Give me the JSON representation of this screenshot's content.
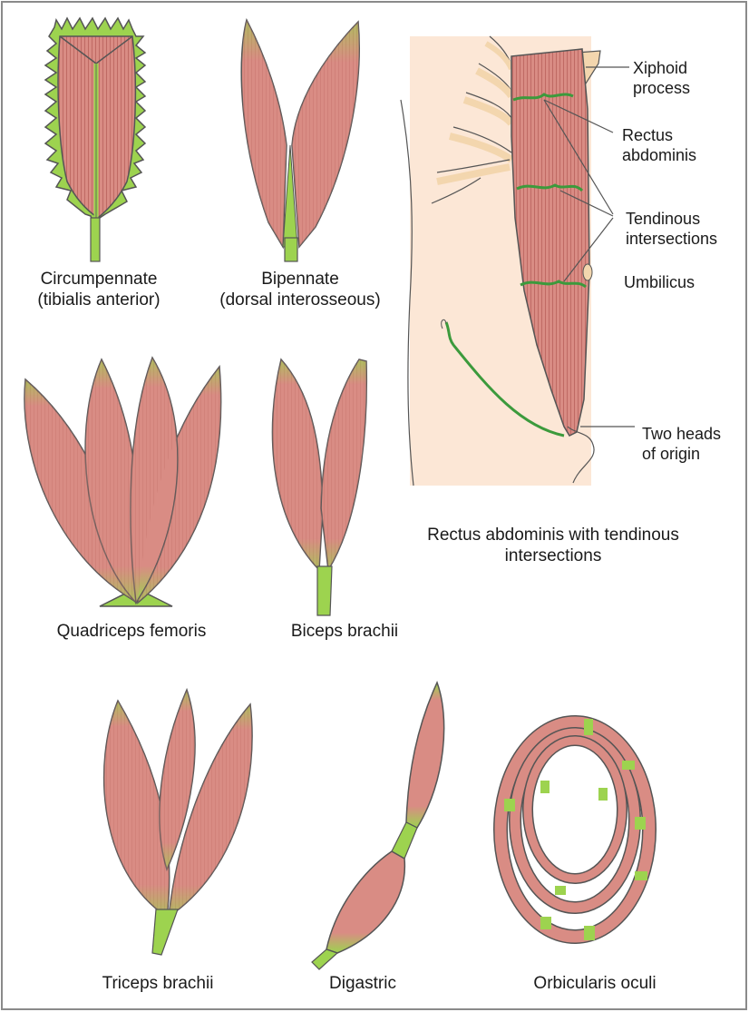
{
  "colors": {
    "muscle": "#d98c84",
    "tendon": "#9dd34f",
    "outline": "#555555",
    "skin": "#fbe3cf",
    "frame_border": "#8a8a8a"
  },
  "figures": [
    {
      "key": "circumpennate",
      "caption": "Circumpennate\n(tibialis anterior)"
    },
    {
      "key": "bipennate",
      "caption": "Bipennate\n(dorsal interosseous)"
    },
    {
      "key": "quadriceps",
      "caption": "Quadriceps femoris"
    },
    {
      "key": "biceps",
      "caption": "Biceps brachii"
    },
    {
      "key": "triceps",
      "caption": "Triceps brachii"
    },
    {
      "key": "digastric",
      "caption": "Digastric"
    },
    {
      "key": "orbicularis",
      "caption": "Orbicularis oculi"
    }
  ],
  "rectus": {
    "caption": "Rectus abdominis with tendinous\nintersections",
    "labels": {
      "xiphoid": "Xiphoid\nprocess",
      "rectus": "Rectus\nabdominis",
      "tendinous": "Tendinous\nintersections",
      "umbilicus": "Umbilicus",
      "two_heads": "Two heads\nof origin"
    }
  }
}
